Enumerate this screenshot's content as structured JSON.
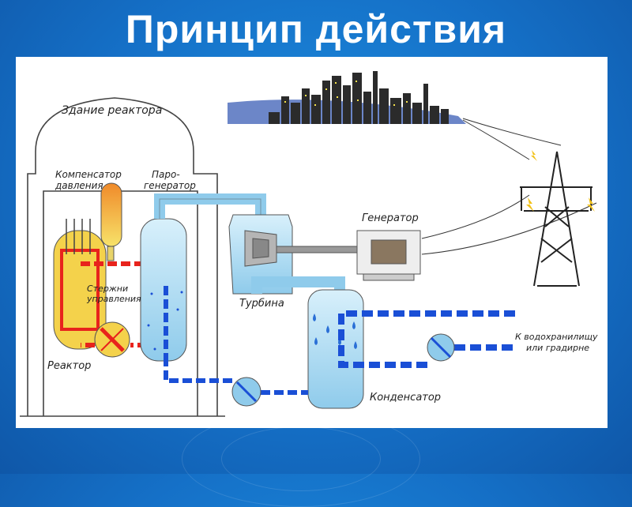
{
  "slide": {
    "title": "Принцип действия"
  },
  "diagram": {
    "labels": {
      "reactor_building": "Здание реактора",
      "pressure_compensator_line1": "Компенсатор",
      "pressure_compensator_line2": "давления",
      "steam_generator_line1": "Паро-",
      "steam_generator_line2": "генератор",
      "control_rods_line1": "Стержни",
      "control_rods_line2": "управления",
      "reactor": "Реактор",
      "turbine": "Турбина",
      "generator": "Генератор",
      "condenser": "Конденсатор",
      "reservoir_line1": "К водохранилищу",
      "reservoir_line2": "или градирне"
    },
    "colors": {
      "hot_loop": "#e8231c",
      "cold_loop": "#1a4fd6",
      "water": "#9fd4ef",
      "reactor_core": "#f4d24b"
    }
  }
}
